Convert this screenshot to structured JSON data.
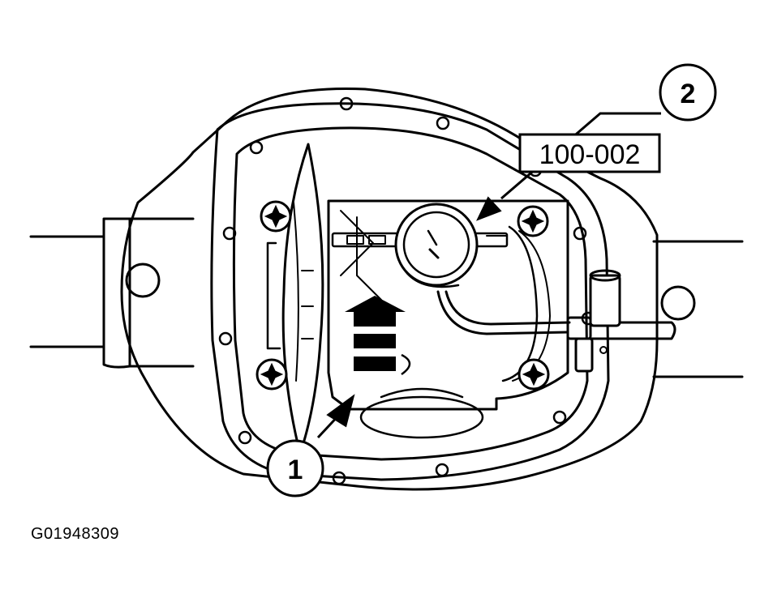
{
  "figure_id": "G01948309",
  "callouts": [
    {
      "number": "1"
    },
    {
      "number": "2"
    }
  ],
  "tool_label": "100-002",
  "colors": {
    "line": "#000000",
    "background": "#ffffff"
  }
}
